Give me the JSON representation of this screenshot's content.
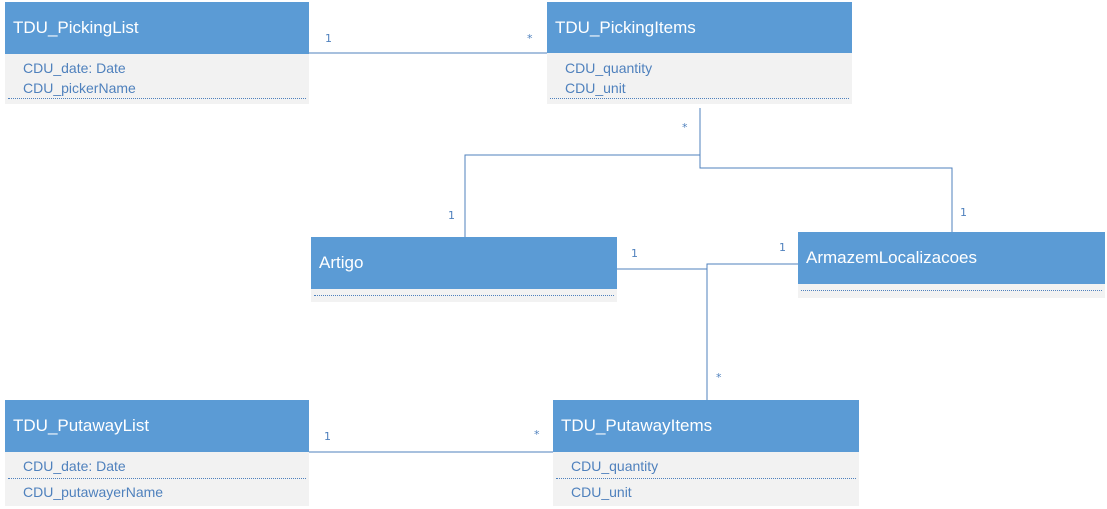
{
  "entities": {
    "picking_list": {
      "name": "TDU_PickingList",
      "attributes": [
        "CDU_date: Date",
        "CDU_pickerName"
      ]
    },
    "picking_items": {
      "name": "TDU_PickingItems",
      "attributes": [
        "CDU_quantity",
        "CDU_unit"
      ]
    },
    "artigo": {
      "name": "Artigo",
      "attributes": []
    },
    "armazem": {
      "name": "ArmazemLocalizacoes",
      "attributes": []
    },
    "putaway_list": {
      "name": "TDU_PutawayList",
      "attributes": [
        "CDU_date: Date",
        "CDU_putawayerName"
      ]
    },
    "putaway_items": {
      "name": "TDU_PutawayItems",
      "attributes": [
        "CDU_quantity",
        "CDU_unit"
      ]
    }
  },
  "multiplicities": {
    "picklist_side": "1",
    "pickitems_side": "*",
    "pickitems_down": "*",
    "artigo_up": "1",
    "armazem_up": "1",
    "artigo_right": "1",
    "armazem_left": "1",
    "putitems_up": "*",
    "putlist_side": "1",
    "putitems_side": "*"
  },
  "colors": {
    "header": "#5b9bd5",
    "body": "#f2f2f2",
    "line": "#4f81bd",
    "text": "#4f81bd"
  }
}
